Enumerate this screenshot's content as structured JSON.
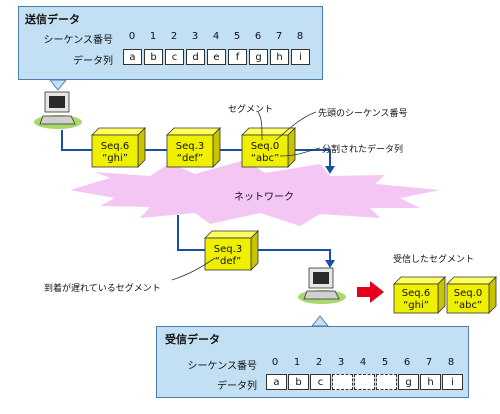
{
  "send_panel": {
    "title": "送信データ",
    "seq_label": "シーケンス番号",
    "data_label": "データ列",
    "numbers": [
      "0",
      "1",
      "2",
      "3",
      "4",
      "5",
      "6",
      "7",
      "8"
    ],
    "cells": [
      "a",
      "b",
      "c",
      "d",
      "e",
      "f",
      "g",
      "h",
      "i"
    ]
  },
  "segments_sent": [
    {
      "seq": "Seq.6",
      "data": "“ghi”"
    },
    {
      "seq": "Seq.3",
      "data": "“def”"
    },
    {
      "seq": "Seq.0",
      "data": "“abc”"
    }
  ],
  "delayed_segment": {
    "seq": "Seq.3",
    "data": "“def”"
  },
  "received_segments": [
    {
      "seq": "Seq.6",
      "data": "“ghi”"
    },
    {
      "seq": "Seq.0",
      "data": "“abc”"
    }
  ],
  "labels": {
    "segment": "セグメント",
    "head_seq": "先頭のシーケンス番号",
    "split_data": "分割されたデータ列",
    "network": "ネットワーク",
    "received_segments": "受信したセグメント",
    "delayed": "到着が遅れているセグメント"
  },
  "recv_panel": {
    "title": "受信データ",
    "seq_label": "シーケンス番号",
    "data_label": "データ列",
    "numbers": [
      "0",
      "1",
      "2",
      "3",
      "4",
      "5",
      "6",
      "7",
      "8"
    ],
    "cells": [
      "a",
      "b",
      "c",
      "",
      "",
      "",
      "g",
      "h",
      "i"
    ],
    "missing": [
      false,
      false,
      false,
      true,
      true,
      true,
      false,
      false,
      false
    ]
  },
  "colors": {
    "panel": "#c3dff3",
    "cube_front": "#eef000",
    "cube_side": "#c9c400",
    "cloud": "#f4c6f4",
    "arrow_red": "#e5001b",
    "line_blue": "#1a4fa5"
  }
}
